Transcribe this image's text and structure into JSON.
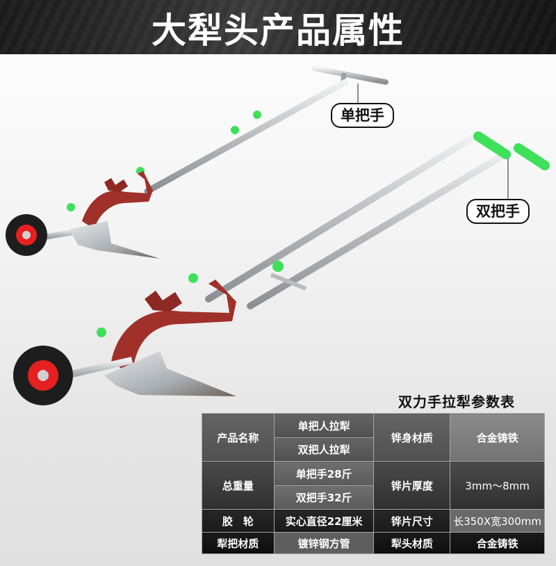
{
  "header": {
    "title": "大犁头产品属性"
  },
  "callouts": {
    "single_handle": "单把手",
    "double_handle": "双把手"
  },
  "colors": {
    "plow_body": "#a0302a",
    "handle_grip": "#3ee05a",
    "wheel_hub": "#e52020",
    "steel": "#c8ccd0"
  },
  "params_table": {
    "title": "双力手拉犁参数表",
    "rows": [
      {
        "label": "产品名称",
        "values": [
          "单把人拉犁",
          "双把人拉犁"
        ],
        "label2": "铧身材质",
        "value2": "合金铸铁"
      },
      {
        "label": "总重量",
        "values": [
          "单把手28斤",
          "双把手32斤"
        ],
        "label2": "铧片厚度",
        "value2": "3mm～8mm"
      },
      {
        "label": "胶　轮",
        "values": [
          "实心直径22厘米"
        ],
        "label2": "铧片尺寸",
        "value2": "长350X宽300mm"
      },
      {
        "label": "犁把材质",
        "values": [
          "镀锌钢方管"
        ],
        "label2": "犁头材质",
        "value2": "合金铸铁"
      }
    ]
  }
}
